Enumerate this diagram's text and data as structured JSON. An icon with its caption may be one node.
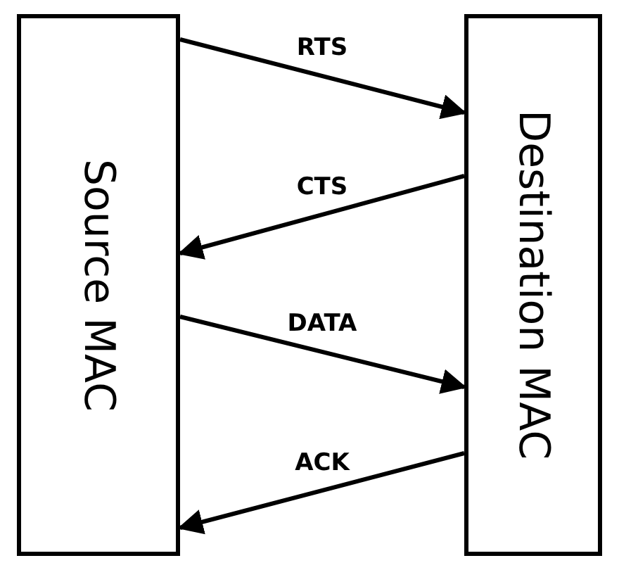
{
  "diagram": {
    "nodes": [
      {
        "text": [
          "Source MAC"
        ]
      },
      {
        "text": [
          "Destination MAC"
        ]
      }
    ],
    "edges": [
      {
        "from": 0,
        "to": 1,
        "arrow": "to",
        "label": "RTS"
      },
      {
        "from": 1,
        "to": 0,
        "arrow": "to",
        "label": "CTS"
      },
      {
        "from": 0,
        "to": 1,
        "arrow": "to",
        "label": "DATA"
      },
      {
        "from": 1,
        "to": 0,
        "arrow": "to",
        "label": "ACK"
      }
    ]
  }
}
